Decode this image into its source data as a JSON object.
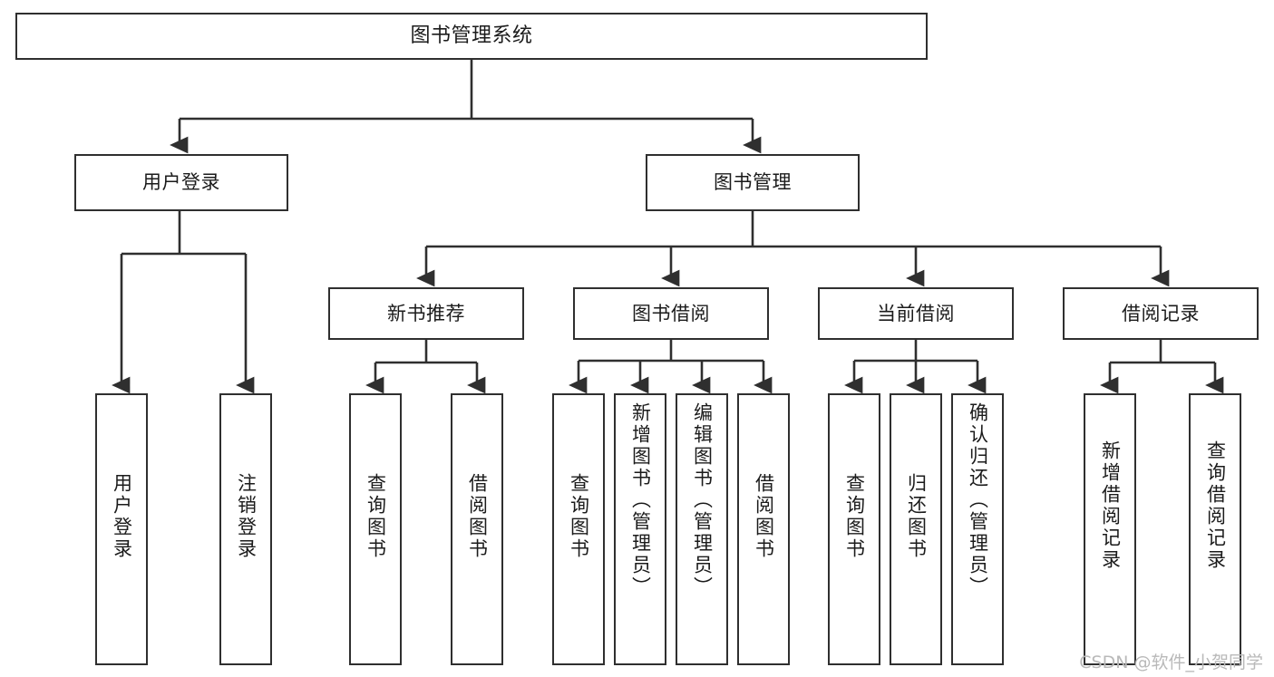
{
  "diagram": {
    "title": "图书管理系统",
    "type": "tree-hierarchy-diagram",
    "colors": {
      "box_border": "#2f2f2f",
      "box_fill": "#ffffff",
      "edge": "#2f2f2f",
      "text": "#1b1b1b",
      "watermark": "#b9b9b9",
      "canvas": "#ffffff"
    }
  },
  "root": {
    "label": "图书管理系统"
  },
  "level2": [
    {
      "label": "用户登录"
    },
    {
      "label": "图书管理"
    }
  ],
  "level3": [
    {
      "label": "新书推荐"
    },
    {
      "label": "图书借阅"
    },
    {
      "label": "当前借阅"
    },
    {
      "label": "借阅记录"
    }
  ],
  "leaves": {
    "user_login": [
      {
        "label": "用户登录"
      },
      {
        "label": "注销登录"
      }
    ],
    "new_book_recommend": [
      {
        "label": "查询图书"
      },
      {
        "label": "借阅图书"
      }
    ],
    "book_borrow": [
      {
        "label": "查询图书"
      },
      {
        "label": "新增图书（管理员）"
      },
      {
        "label": "编辑图书（管理员）"
      },
      {
        "label": "借阅图书"
      }
    ],
    "current_borrow": [
      {
        "label": "查询图书"
      },
      {
        "label": "归还图书"
      },
      {
        "label": "确认归还（管理员）"
      }
    ],
    "borrow_record": [
      {
        "label": "新增借阅记录"
      },
      {
        "label": "查询借阅记录"
      }
    ]
  },
  "watermark": {
    "text": "CSDN @软件_小贺同学"
  }
}
